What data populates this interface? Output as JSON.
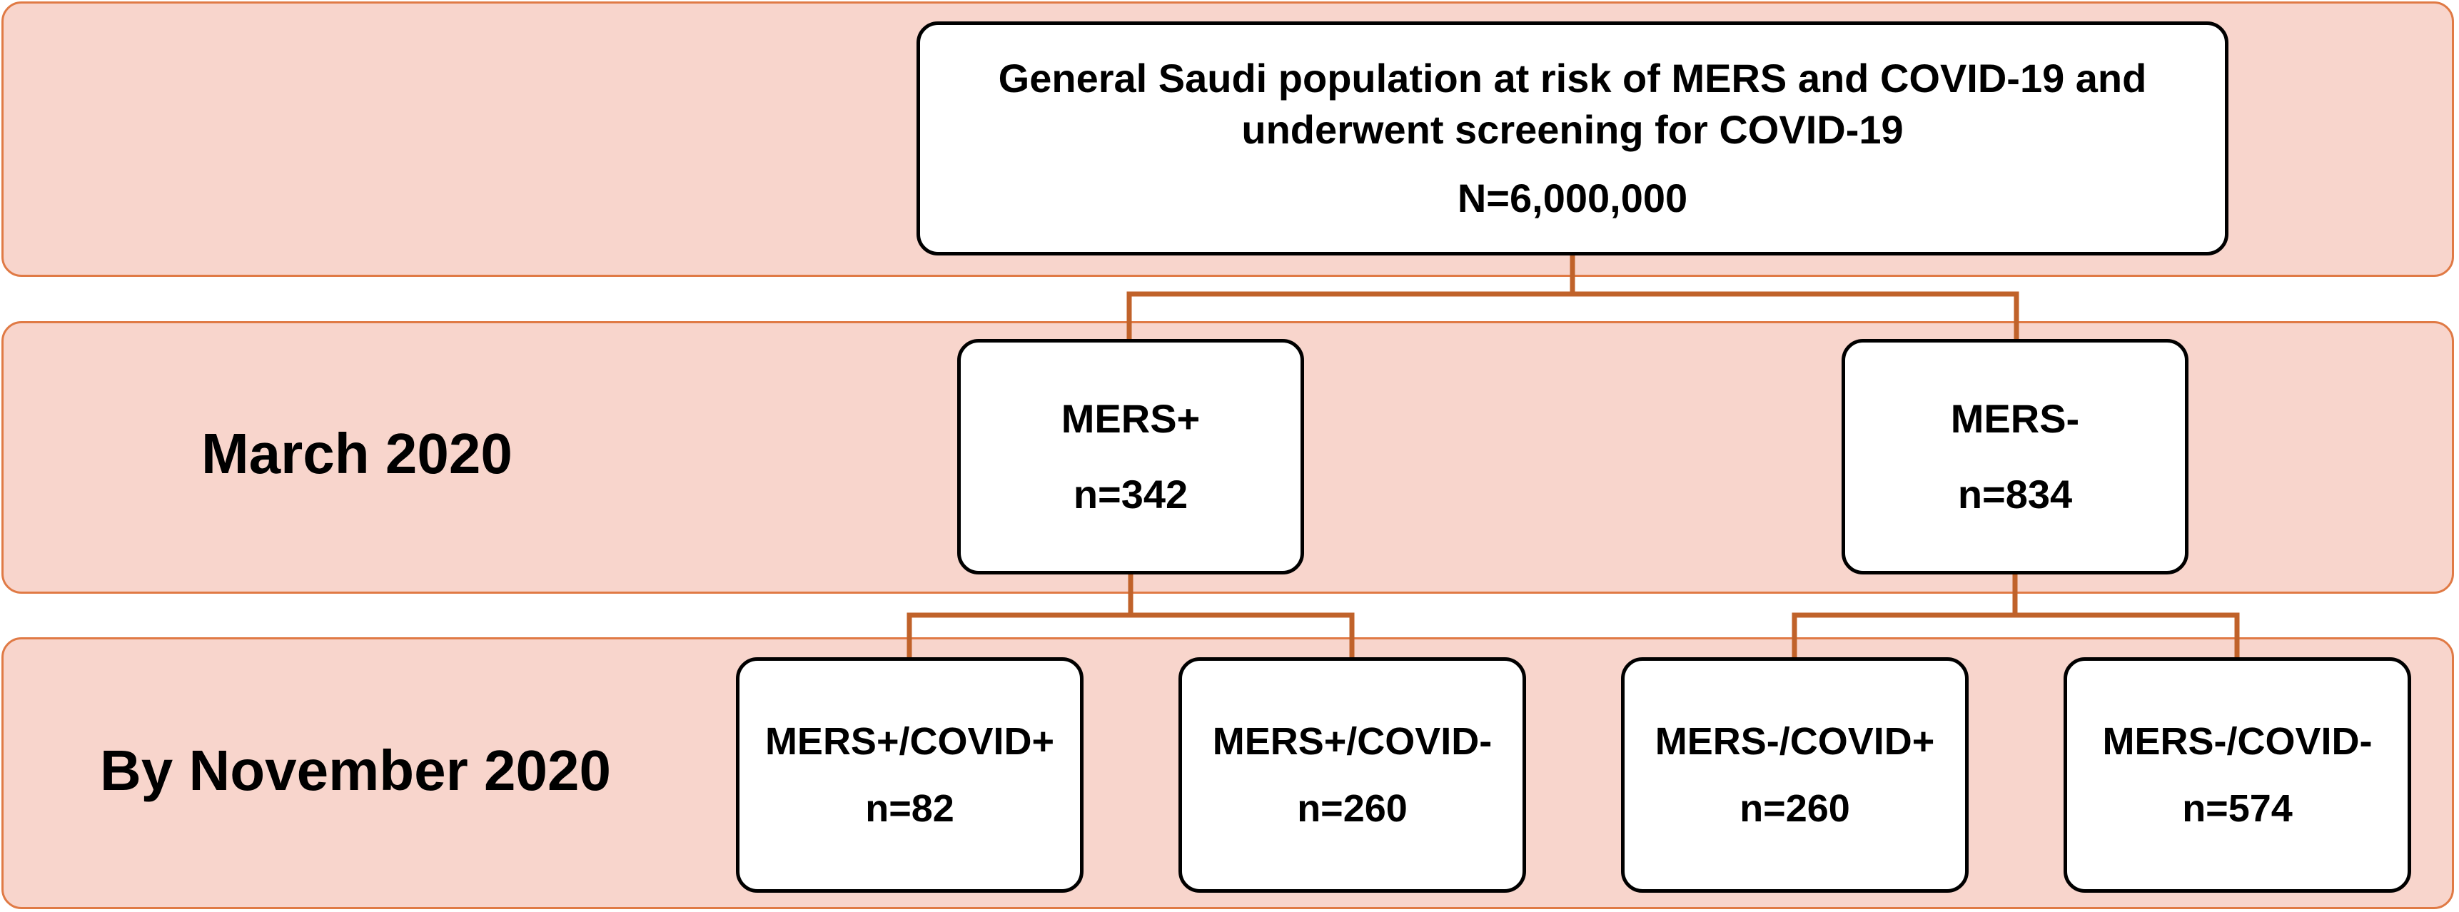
{
  "bands": {
    "march_label": "March 2020",
    "november_label": "By November 2020"
  },
  "root": {
    "line1": "General Saudi population at risk of MERS and COVID-19 and",
    "line2": "underwent screening for COVID-19",
    "count": "N=6,000,000"
  },
  "mers_positive": {
    "label": "MERS+",
    "count": "n=342"
  },
  "mers_negative": {
    "label": "MERS-",
    "count": "n=834"
  },
  "leaves": {
    "pos_pos": {
      "label": "MERS+/COVID+",
      "count": "n=82"
    },
    "pos_neg": {
      "label": "MERS+/COVID-",
      "count": "n=260"
    },
    "neg_pos": {
      "label": "MERS-/COVID+",
      "count": "n=260"
    },
    "neg_neg": {
      "label": "MERS-/COVID-",
      "count": "n=574"
    }
  },
  "colors": {
    "band_fill": "#f8d5cc",
    "band_border": "#e07a45",
    "connector": "#c0622a",
    "box_border": "#000000"
  }
}
